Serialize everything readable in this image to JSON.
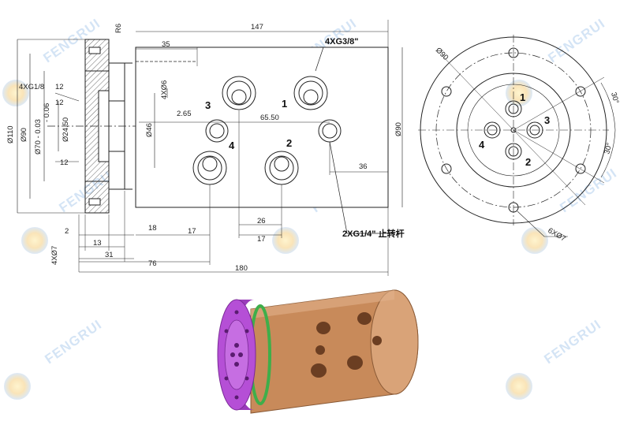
{
  "watermark": "FENGRUI",
  "colors": {
    "line": "#222222",
    "flange_3d": "#b54fd6",
    "body_3d": "#c88a5a",
    "seal_3d": "#3fae4a",
    "watermark": "#9fc3ea"
  },
  "side_view": {
    "dims": {
      "r6": "R6",
      "d110": "Ø110",
      "d90": "Ø90",
      "d70": "Ø70 - 0.03",
      "d70_tol": "- 0.06",
      "d24": "Ø24.50",
      "g18": "4XG1/8",
      "g18_depth": "12",
      "depth12a": "12",
      "depth12b": "12",
      "d2": "2",
      "d13": "13",
      "d31": "31",
      "d7": "4XØ7"
    }
  },
  "front_view": {
    "dims": {
      "d147": "147",
      "d35": "35",
      "g38": "4XG3/8\"",
      "d6": "4XØ6",
      "d265": "2.65",
      "d6550": "65.50",
      "d46": "Ø46",
      "d90": "Ø90",
      "d36": "36",
      "d18": "18",
      "d17a": "17",
      "d26": "26",
      "d17b": "17",
      "d76": "76",
      "d180": "180"
    },
    "ports": [
      "1",
      "2",
      "3",
      "4"
    ],
    "callout": "2XG1/4\" 止转杆"
  },
  "end_view": {
    "dims": {
      "d90": "Ø90",
      "a30a": "30°",
      "a30b": "30°",
      "d7": "6XØ7"
    },
    "ports": [
      "1",
      "2",
      "3",
      "4"
    ]
  }
}
